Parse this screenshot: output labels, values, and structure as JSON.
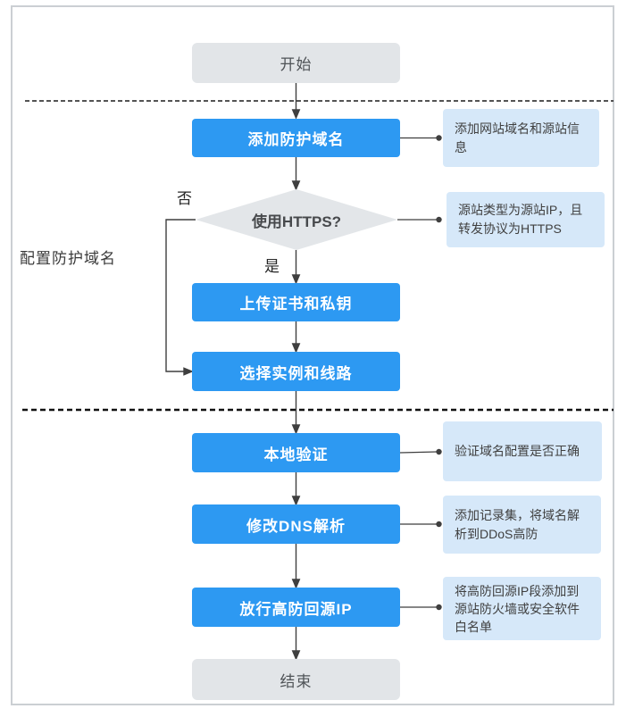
{
  "flowchart": {
    "section_label": "配置防护域名",
    "branch_labels": {
      "no": "否",
      "yes": "是"
    },
    "nodes": {
      "start": {
        "label": "开始",
        "type": "terminal"
      },
      "add_domain": {
        "label": "添加防护域名",
        "type": "process"
      },
      "https_decision": {
        "label": "使用HTTPS?",
        "type": "decision"
      },
      "upload_cert": {
        "label": "上传证书和私钥",
        "type": "process"
      },
      "select_instance": {
        "label": "选择实例和线路",
        "type": "process"
      },
      "local_verify": {
        "label": "本地验证",
        "type": "process"
      },
      "modify_dns": {
        "label": "修改DNS解析",
        "type": "process"
      },
      "allow_origin_ip": {
        "label": "放行高防回源IP",
        "type": "process"
      },
      "end": {
        "label": "结束",
        "type": "terminal"
      }
    },
    "notes": {
      "add_domain": {
        "text": "添加网站域名和源站信息",
        "lines": [
          "添加网站域名和源站信",
          "息"
        ]
      },
      "https_decision": {
        "text": "源站类型为源站IP，且转发协议为HTTPS",
        "lines": [
          "源站类型为源站IP，且",
          "转发协议为HTTPS"
        ]
      },
      "local_verify": {
        "text": "验证域名配置是否正确",
        "lines": [
          "验证域名配置是否正确"
        ]
      },
      "modify_dns": {
        "text": "添加记录集，将域名解析到DDoS高防",
        "lines": [
          "添加记录集，将域名解",
          "析到DDoS高防"
        ]
      },
      "allow_origin_ip": {
        "text": "将高防回源IP段添加到源站防火墙或安全软件白名单",
        "lines": [
          "将高防回源IP段添加到",
          "源站防火墙或安全软件",
          "白名单"
        ]
      }
    },
    "colors": {
      "process_fill": "#2d99f2",
      "terminal_fill": "#e2e5e8",
      "decision_fill": "#e3e6e9",
      "note_fill": "#d6e8f9",
      "connector": "#3f3f3f",
      "frame_border": "#cbcfd3"
    }
  }
}
